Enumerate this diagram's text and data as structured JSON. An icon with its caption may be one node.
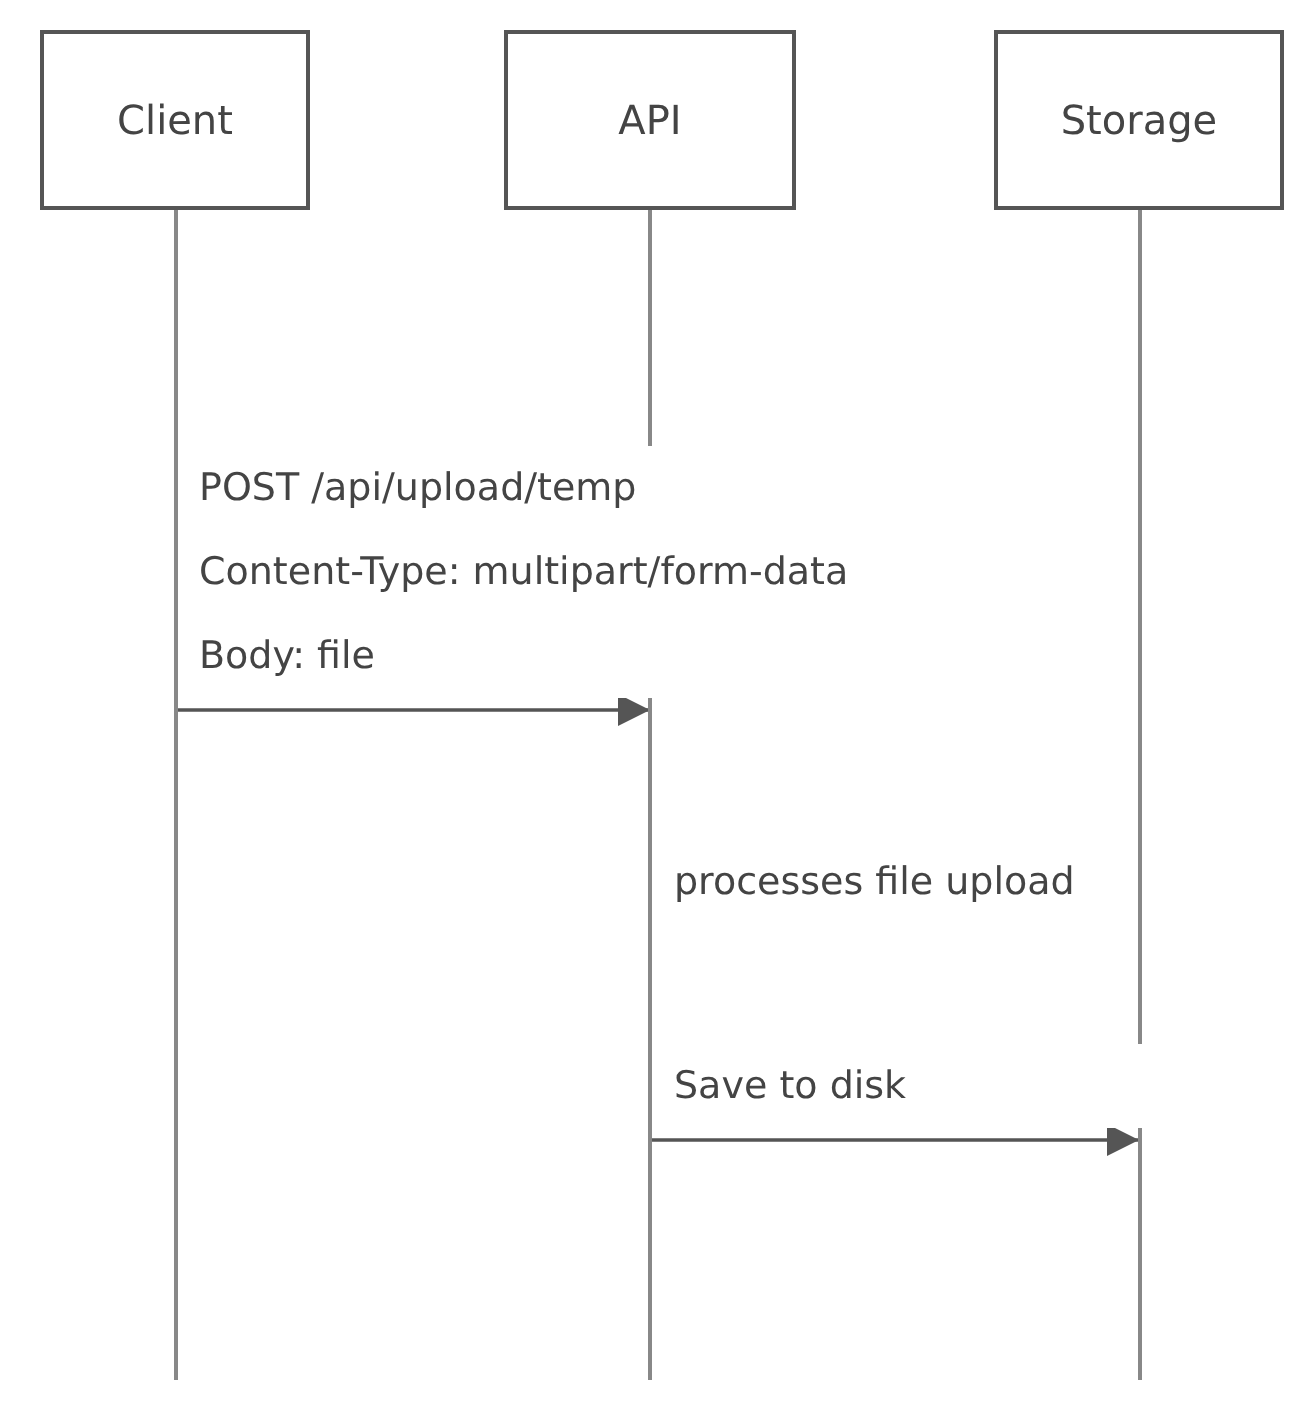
{
  "diagram": {
    "nodes": [
      {
        "text": [
          "Client"
        ]
      },
      {
        "text": [
          "API"
        ]
      },
      {
        "text": [
          "Storage"
        ]
      }
    ],
    "edges": [
      {
        "from": 0,
        "to": 1,
        "arrow": "to",
        "label": "POST /api/upload/temp Content-Type: multipart/form-data Body: file"
      },
      {
        "from": 1,
        "to": 2,
        "arrow": "to",
        "label": "Save to disk"
      }
    ],
    "labels": [
      "processes file upload"
    ]
  }
}
